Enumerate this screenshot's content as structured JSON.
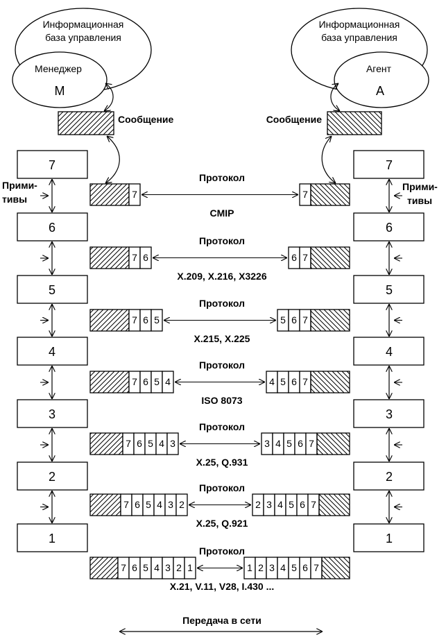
{
  "manager": {
    "mib": [
      "Информационная",
      "база управления"
    ],
    "name": "Менеджер",
    "letter": "М"
  },
  "agent": {
    "mib": [
      "Информационная",
      "база управления"
    ],
    "name": "Агент",
    "letter": "А"
  },
  "message_label": "Сообщение",
  "primitives_label": [
    "Прими-",
    "тивы"
  ],
  "protocol_word": "Протокол",
  "layer_numbers": [
    "7",
    "6",
    "5",
    "4",
    "3",
    "2",
    "1"
  ],
  "pdus": [
    {
      "manager_cells": [
        "7"
      ],
      "agent_cells": [
        "7"
      ],
      "protocol": "Протокол",
      "standards": "CMIP"
    },
    {
      "manager_cells": [
        "7",
        "6"
      ],
      "agent_cells": [
        "6",
        "7"
      ],
      "protocol": "Протокол",
      "standards": "X.209, X.216, X3226"
    },
    {
      "manager_cells": [
        "7",
        "6",
        "5"
      ],
      "agent_cells": [
        "5",
        "6",
        "7"
      ],
      "protocol": "Протокол",
      "standards": "X.215, X.225"
    },
    {
      "manager_cells": [
        "7",
        "6",
        "5",
        "4"
      ],
      "agent_cells": [
        "4",
        "5",
        "6",
        "7"
      ],
      "protocol": "Протокол",
      "standards": "ISO 8073"
    },
    {
      "manager_cells": [
        "7",
        "6",
        "5",
        "4",
        "3"
      ],
      "agent_cells": [
        "3",
        "4",
        "5",
        "6",
        "7"
      ],
      "protocol": "Протокол",
      "standards": "X.25, Q.931"
    },
    {
      "manager_cells": [
        "7",
        "6",
        "5",
        "4",
        "3",
        "2"
      ],
      "agent_cells": [
        "2",
        "3",
        "4",
        "5",
        "6",
        "7"
      ],
      "protocol": "Протокол",
      "standards": "X.25, Q.921"
    },
    {
      "manager_cells": [
        "7",
        "6",
        "5",
        "4",
        "3",
        "2",
        "1"
      ],
      "agent_cells": [
        "1",
        "2",
        "3",
        "4",
        "5",
        "6",
        "7"
      ],
      "protocol": "Протокол",
      "standards": "X.21, V.11, V28, I.430 ..."
    }
  ],
  "network_label": "Передача в сети"
}
